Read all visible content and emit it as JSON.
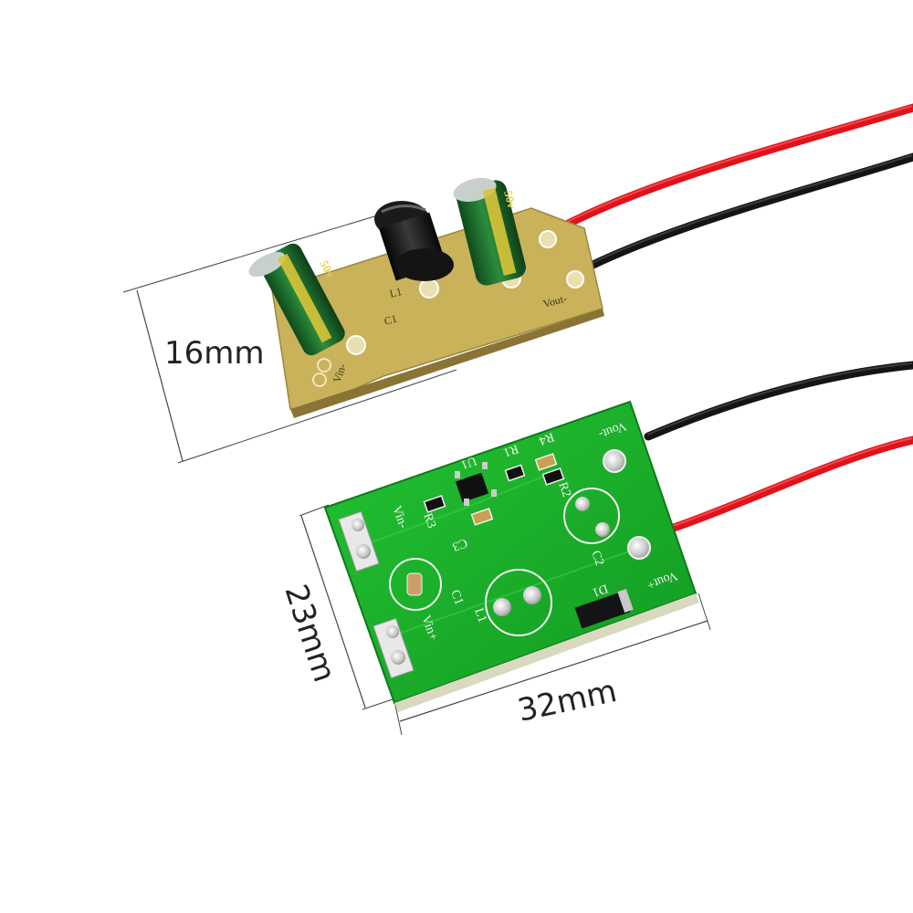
{
  "dimensions": {
    "height_top": "16mm",
    "height_bottom": "23mm",
    "width_bottom": "32mm"
  },
  "top_board": {
    "labels": {
      "l1": "L1",
      "c1": "C1",
      "vin_minus": "Vin-",
      "vout_minus": "Vout-"
    },
    "capacitor_rating": "50v"
  },
  "bottom_board": {
    "labels": {
      "u1": "U1",
      "r1": "R1",
      "r4": "R4",
      "r3": "R3",
      "r2": "R2",
      "c3": "C3",
      "c2": "C2",
      "c1": "C1",
      "l1": "L1",
      "d1": "D1",
      "vout_minus": "Vout-",
      "vout_plus": "Vout+",
      "vin_minus": "Vin-",
      "vin_plus": "Vin+"
    }
  },
  "colors": {
    "wire_red": "#e0121a",
    "wire_black": "#141414",
    "pcb_green": "#1fb32a",
    "pcb_yellow": "#c9b25a",
    "capacitor_green": "#1f6a2c"
  }
}
